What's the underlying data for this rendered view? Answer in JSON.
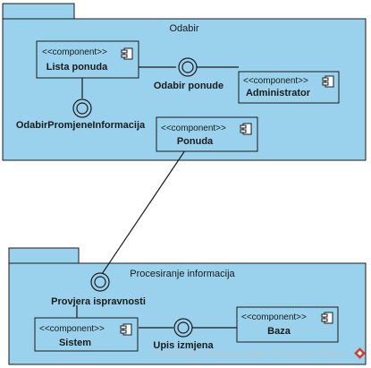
{
  "colors": {
    "package_fill": "#9ad2ee",
    "component_fill": "#9ad2ee",
    "stroke": "#1a1a1a",
    "watermark_icon": "#d93a2b"
  },
  "packages": {
    "odabir": {
      "title": "Odabir"
    },
    "procesiranje": {
      "title": "Procesiranje informacija"
    }
  },
  "stereotype": "<<component>>",
  "components": {
    "lista_ponuda": {
      "name": "Lista ponuda"
    },
    "administrator": {
      "name": "Administrator"
    },
    "ponuda": {
      "name": "Ponuda"
    },
    "sistem": {
      "name": "Sistem"
    },
    "baza": {
      "name": "Baza"
    }
  },
  "interfaces": {
    "odabir_ponude": {
      "label": "Odabir ponude"
    },
    "odabir_promjene": {
      "label": "OdabirPromjeneInformacija"
    },
    "provjera": {
      "label": "Provjera ispravnosti"
    },
    "upis": {
      "label": "Upis izmjena"
    }
  },
  "watermark": {
    "text": "Powered By  Visual Paradigm Community Edition",
    "icon": "vp-logo-icon"
  }
}
